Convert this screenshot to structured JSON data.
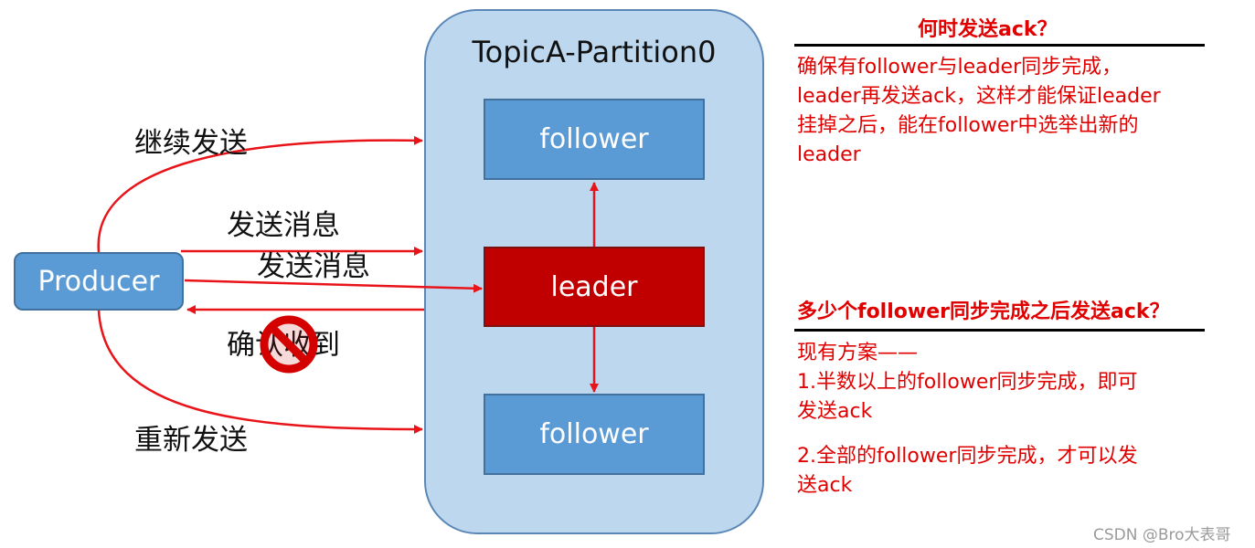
{
  "partition": {
    "title": "TopicA-Partition0"
  },
  "nodes": {
    "follower_top": "follower",
    "leader": "leader",
    "follower_bottom": "follower",
    "producer": "Producer"
  },
  "arrow_labels": {
    "continue_send": "继续发送",
    "send_message_1": "发送消息",
    "send_message_2": "发送消息",
    "confirm_received": "确认收到",
    "resend": "重新发送"
  },
  "colors": {
    "arrow": "#e8141a",
    "partition_fill": "#bdd7ee",
    "follower_fill": "#5b9bd5",
    "leader_fill": "#c00000",
    "note_text": "#e00000"
  },
  "icons": {
    "blocked": "prohibited-icon"
  },
  "notes": {
    "q1": {
      "title": "何时发送ack？",
      "lines": [
        "确保有follower与leader同步完成，",
        "leader再发送ack，这样才能保证leader",
        "挂掉之后，能在follower中选举出新的",
        "leader"
      ]
    },
    "q2": {
      "title": "多少个follower同步完成之后发送ack？",
      "lines": [
        "现有方案——",
        "1.半数以上的follower同步完成，即可",
        "发送ack",
        "2.全部的follower同步完成，才可以发",
        "送ack"
      ]
    }
  },
  "watermark": "CSDN @Bro大表哥"
}
